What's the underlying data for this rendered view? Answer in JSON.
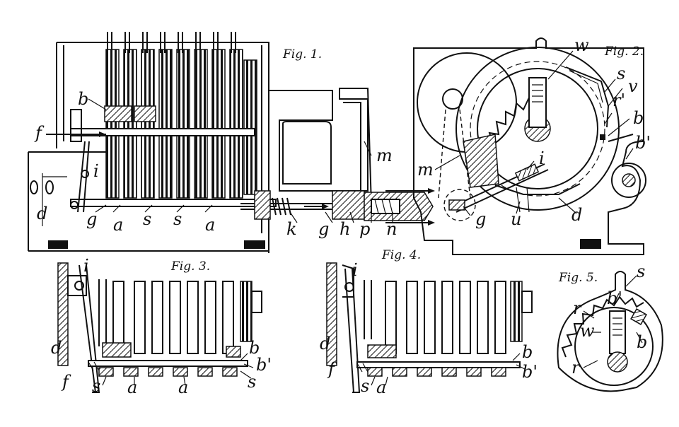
{
  "figures": {
    "fig1": {
      "title": "Fig. 1.",
      "labels": [
        "b",
        "f",
        "i",
        "d",
        "g",
        "a",
        "s",
        "s",
        "a",
        "k",
        "g",
        "h",
        "p",
        "n",
        "m"
      ]
    },
    "fig2": {
      "title": "Fig. 2.",
      "labels": [
        "w",
        "s",
        "v",
        "r'",
        "b",
        "b'",
        "m",
        "i",
        "g",
        "u",
        "d"
      ]
    },
    "fig3": {
      "title": "Fig. 3.",
      "labels": [
        "i",
        "d",
        "f",
        "s",
        "a",
        "a",
        "b",
        "b'",
        "s"
      ]
    },
    "fig4": {
      "title": "Fig. 4.",
      "labels": [
        "i",
        "d",
        "f",
        "s",
        "a",
        "b",
        "b'"
      ]
    },
    "fig5": {
      "title": "Fig. 5.",
      "labels": [
        "s",
        "b'",
        "r",
        "w",
        "b",
        "r"
      ]
    }
  },
  "colors": {
    "ink": "#111111",
    "paper": "#ffffff"
  }
}
